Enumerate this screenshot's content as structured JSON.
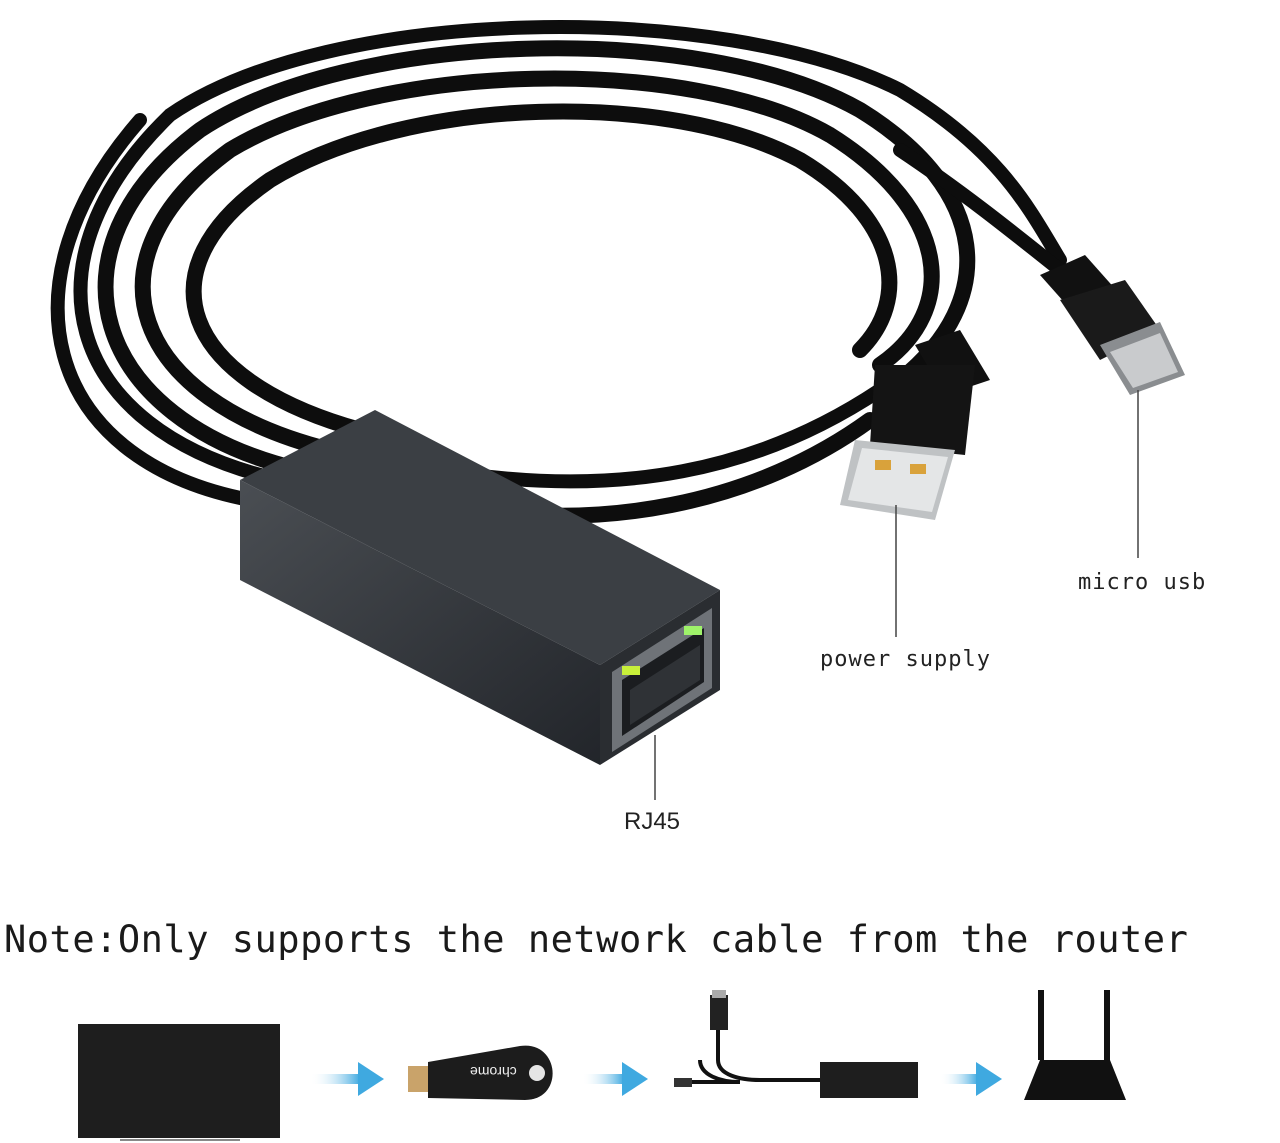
{
  "labels": {
    "micro_usb": "micro usb",
    "power_supply": "power supply",
    "rj45": "RJ45"
  },
  "note": "Note:Only supports the network cable from the router",
  "flow": {
    "chromecast_text": "chrome"
  },
  "colors": {
    "cable": "#0d0d0d",
    "adapter": "#2f3236",
    "led": "#c8f03a",
    "arrow": "#3fa9e0"
  }
}
